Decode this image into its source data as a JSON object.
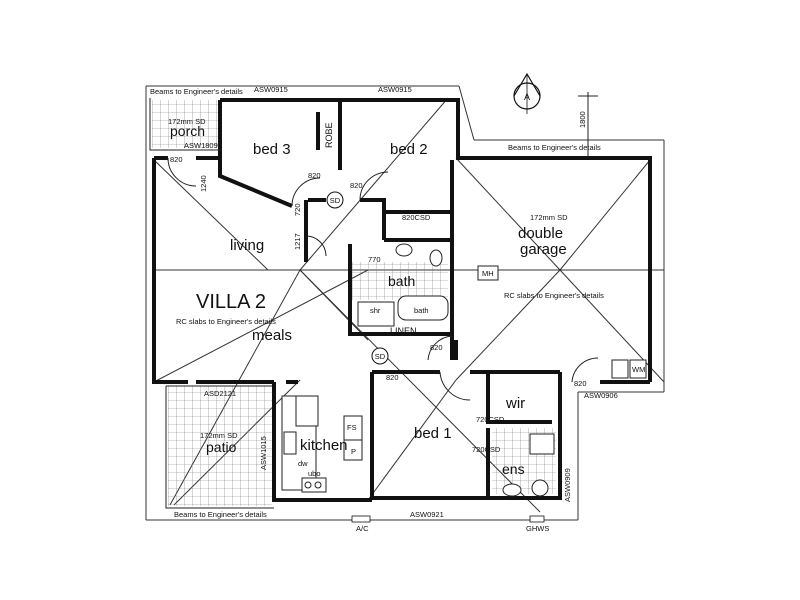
{
  "plan": {
    "rooms": {
      "bed3": "bed 3",
      "bed2": "bed 2",
      "bed1": "bed 1",
      "living": "living",
      "meals": "meals",
      "kitchen": "kitchen",
      "patio": "patio",
      "porch": "porch",
      "bath": "bath",
      "ens": "ens",
      "wir": "wir",
      "robe": "ROBE",
      "linen": "LINEN",
      "garage_line1": "double",
      "garage_line2": "garage"
    },
    "title": "VILLA 2",
    "notes": {
      "beams_top": "Beams to Engineer's details",
      "beams_bottom": "Beams to Engineer's details",
      "beams_garage": "Beams to Engineer's details",
      "rc_slabs_main": "RC slabs to Engineer's details",
      "rc_slabs_garage": "RC slabs to Engineer's details",
      "sd_garage": "172mm SD",
      "sd_patio": "172mm SD",
      "sd_porch": "172mm SD"
    },
    "windows": {
      "asw0915_left": "ASW0915",
      "asw0915_right": "ASW0915",
      "asw1809": "ASW1809",
      "asw0906": "ASW0906",
      "asw0921": "ASW0921",
      "asw0909": "ASW0909",
      "asw1015": "ASW1015",
      "asd2121": "ASD2121"
    },
    "dims": {
      "d820_porch": "820",
      "d820_bed3": "820",
      "d820_bed2": "820",
      "d820csd": "820CSD",
      "d770": "770",
      "d820_hall": "820",
      "d820_bed1": "820",
      "d820_garage": "820",
      "d720csd_wir": "720CSD",
      "d720csd_ens": "720CSD",
      "d1240": "1240",
      "d1217": "1217",
      "d720": "720",
      "d1800": "1800"
    },
    "fixtures": {
      "sd1": "SD",
      "sd2": "SD",
      "mh": "MH",
      "wm": "WM",
      "fs": "FS",
      "p": "P",
      "dw": "dw",
      "ubo": "ubo",
      "shr": "shr",
      "bath_tub": "bath",
      "ac": "A/C",
      "ghws": "GHWS"
    },
    "north": "A"
  }
}
